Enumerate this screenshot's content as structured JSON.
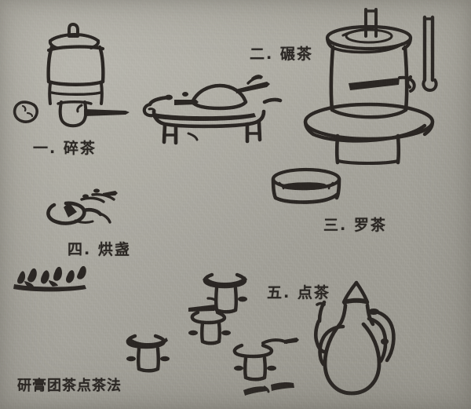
{
  "page": {
    "caption": "研膏团茶点茶法",
    "background_color": "#aaa89e",
    "ink_color": "#2b2622",
    "medium": "scanned line drawing on aged paper"
  },
  "steps": [
    {
      "number": "一",
      "label": "一. 碎茶",
      "name": "crush-tea",
      "illustration": "mortar with lidded knob, pestle handle, and a round tea cake beside it"
    },
    {
      "number": "二",
      "label": "二. 碾茶",
      "name": "grind-tea",
      "illustration": "tea grinding boat on a four-legged stand, plus a large cylindrical tea mill with crank handle on a round base"
    },
    {
      "number": "三",
      "label": "三. 罗茶",
      "name": "sift-tea",
      "illustration": "shallow round sifting drum (tea sieve)"
    },
    {
      "number": "四",
      "label": "四. 烘盏",
      "name": "warm-cups",
      "illustration": "tea bowl held with tongs over heat, with a row of burning charcoal flames below"
    },
    {
      "number": "五",
      "label": "五. 点茶",
      "name": "whisk-tea",
      "illustration": "four tea bowls on stands, small whisk and spoon utensils, and a tall ewer (tang ping) for pouring hot water"
    }
  ]
}
